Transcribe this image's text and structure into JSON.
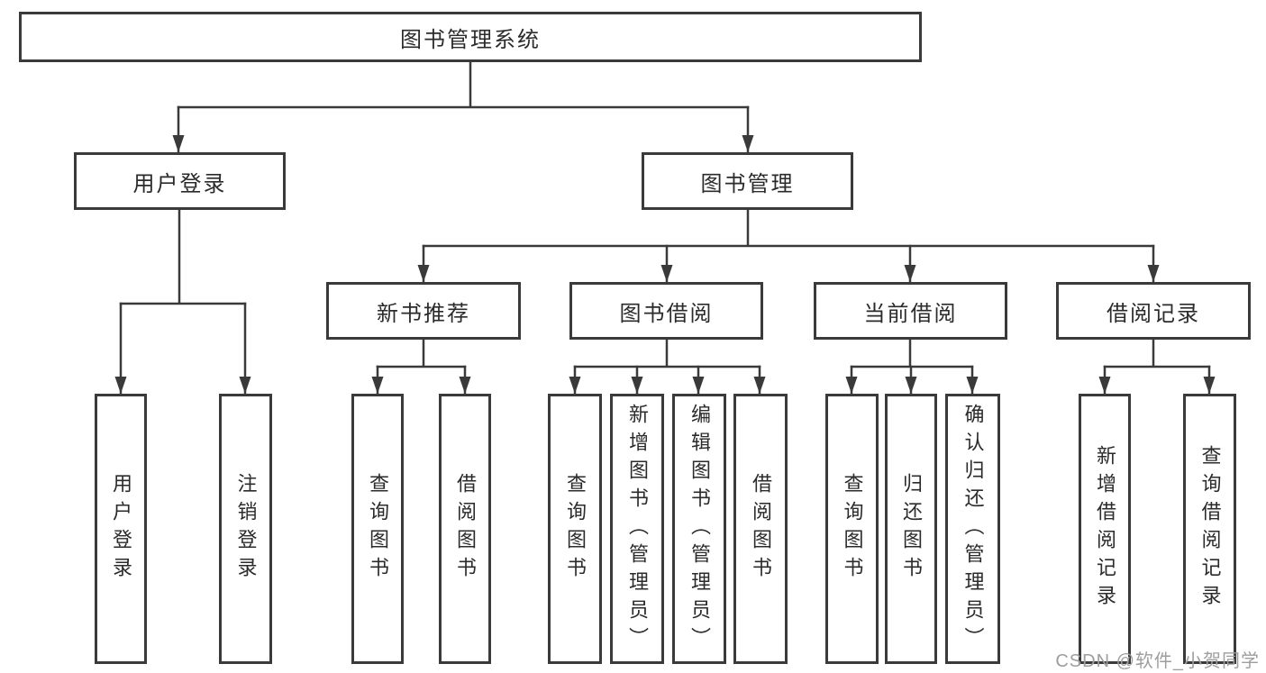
{
  "diagram": {
    "root": {
      "label": "图书管理系统"
    },
    "level2": {
      "user_login": {
        "label": "用户登录"
      },
      "book_management": {
        "label": "图书管理"
      }
    },
    "user_login_children": [
      {
        "label": "用户登录"
      },
      {
        "label": "注销登录"
      }
    ],
    "book_management_children": {
      "new_book_recommend": {
        "label": "新书推荐"
      },
      "book_borrow": {
        "label": "图书借阅"
      },
      "current_borrow": {
        "label": "当前借阅"
      },
      "borrow_records": {
        "label": "借阅记录"
      }
    },
    "new_book_recommend_children": [
      {
        "label": "查询图书"
      },
      {
        "label": "借阅图书"
      }
    ],
    "book_borrow_children": [
      {
        "label": "查询图书"
      },
      {
        "label": "新增图书（管理员）"
      },
      {
        "label": "编辑图书（管理员）"
      },
      {
        "label": "借阅图书"
      }
    ],
    "current_borrow_children": [
      {
        "label": "查询图书"
      },
      {
        "label": "归还图书"
      },
      {
        "label": "确认归还（管理员）"
      }
    ],
    "borrow_records_children": [
      {
        "label": "新增借阅记录"
      },
      {
        "label": "查询借阅记录"
      }
    ]
  },
  "watermark": {
    "text": "CSDN @软件_小贺同学",
    "color": "#9e9e9e"
  },
  "colors": {
    "line": "#3a3a3a",
    "box_border": "#3a3a3a",
    "text": "#2b2b2b",
    "background": "#ffffff",
    "watermark": "#9e9e9e"
  }
}
